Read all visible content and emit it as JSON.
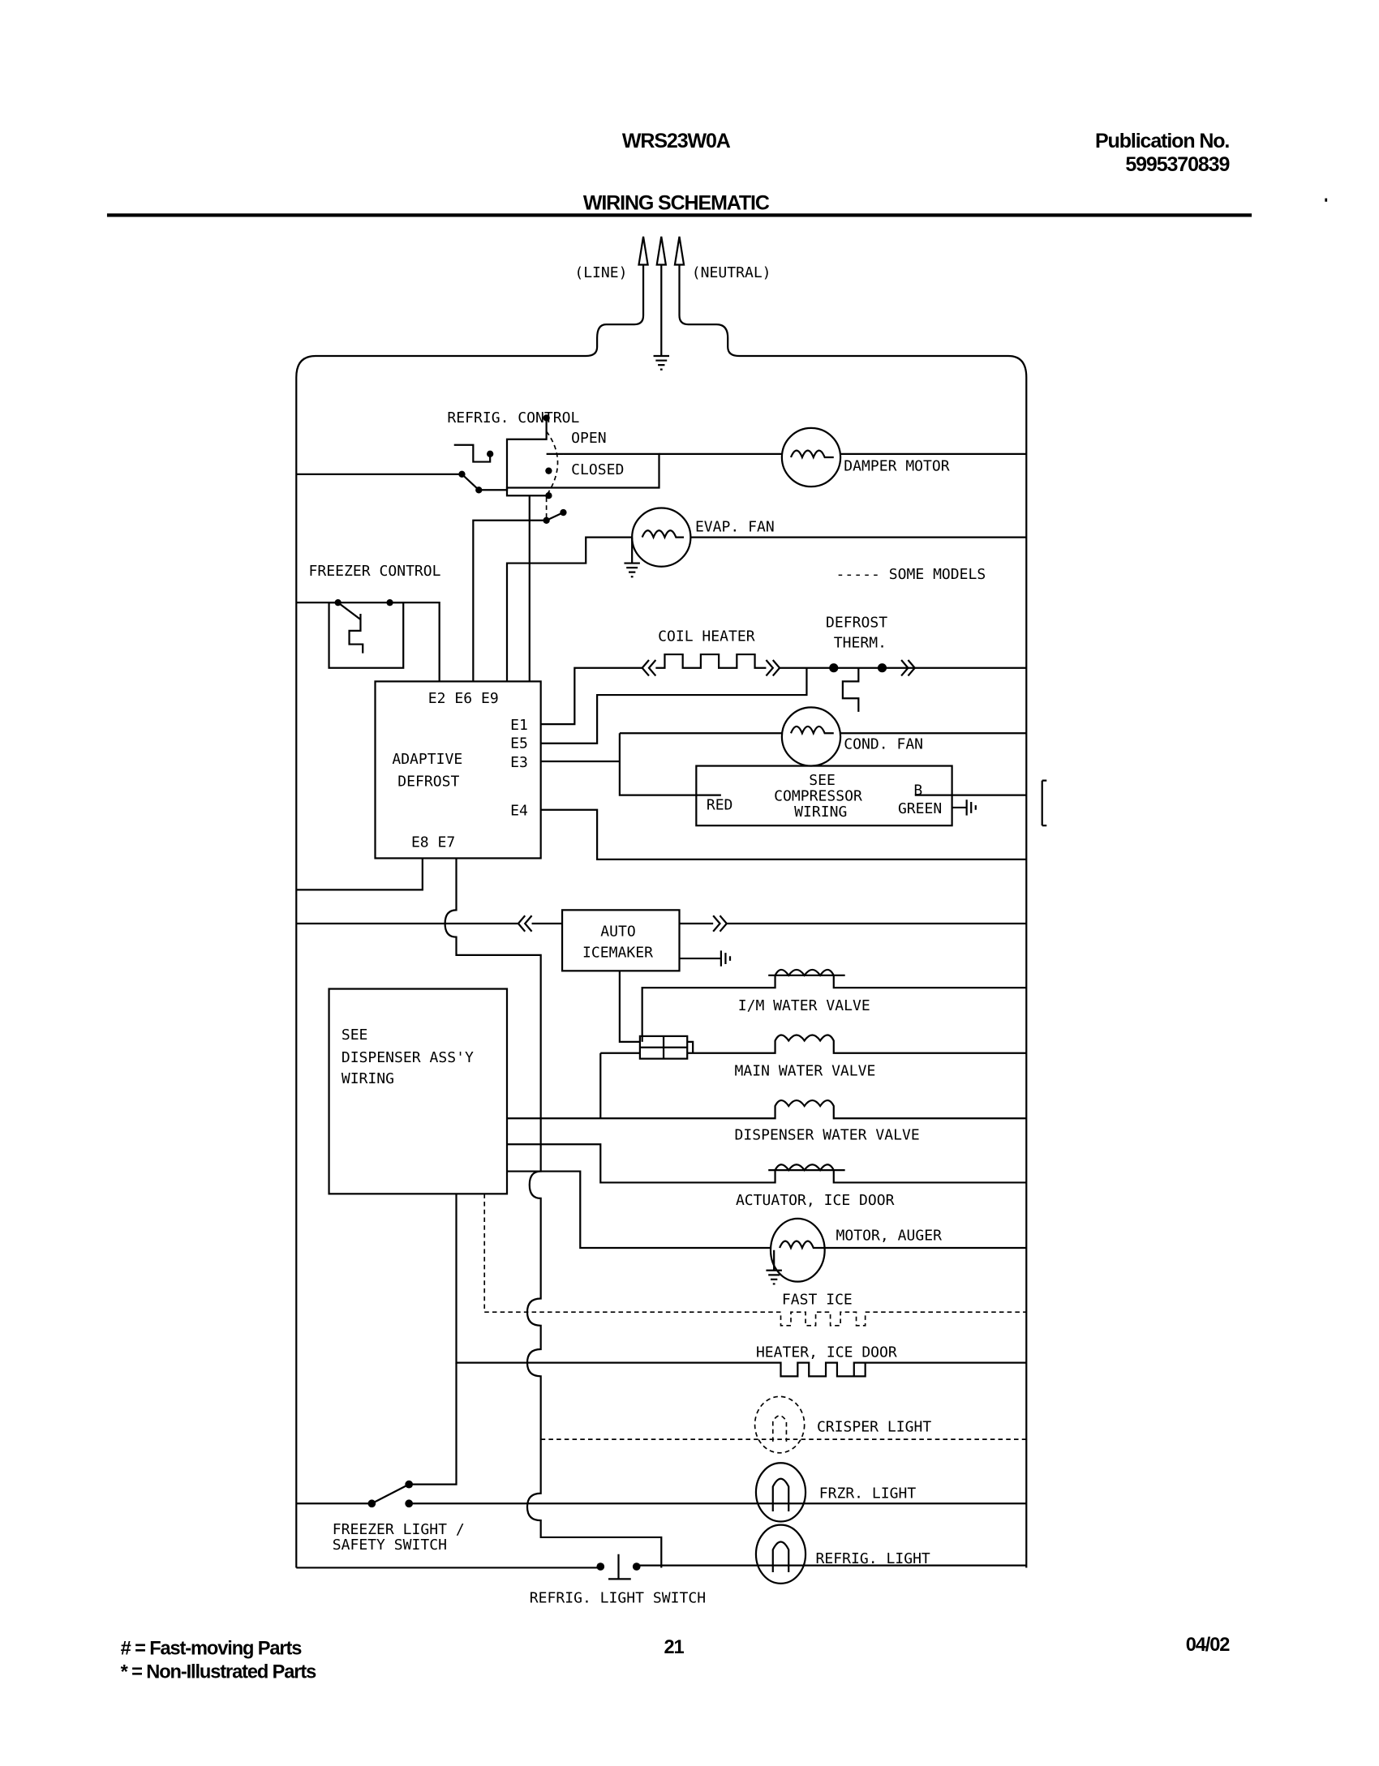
{
  "header": {
    "model": "WRS23W0A",
    "publication_label": "Publication No.",
    "publication_number": "5995370839",
    "title": "WIRING SCHEMATIC"
  },
  "schematic": {
    "line": "(LINE)",
    "neutral": "(NEUTRAL)",
    "refrig_control": "REFRIG. CONTROL",
    "open": "OPEN",
    "closed": "CLOSED",
    "damper_motor": "DAMPER MOTOR",
    "evap_fan": "EVAP. FAN",
    "freezer_control": "FREEZER CONTROL",
    "some_models": "----- SOME MODELS",
    "coil_heater": "COIL HEATER",
    "defrost_therm_1": "DEFROST",
    "defrost_therm_2": "THERM.",
    "adaptive_1": "ADAPTIVE",
    "adaptive_2": "DEFROST",
    "terminals_top": "E2  E6  E9",
    "e1": "E1",
    "e5": "E5",
    "e3": "E3",
    "e4": "E4",
    "terminals_bottom": "E8  E7",
    "cond_fan": "COND. FAN",
    "compressor_1": "SEE",
    "compressor_2": "COMPRESSOR",
    "compressor_3": "WIRING",
    "red": "RED",
    "b": "B",
    "green": "GREEN",
    "auto_1": "AUTO",
    "auto_2": "ICEMAKER",
    "im_valve": "I/M WATER VALVE",
    "dispenser_1": "SEE",
    "dispenser_2": "DISPENSER ASS'Y",
    "dispenser_3": "WIRING",
    "main_valve": "MAIN WATER VALVE",
    "dispenser_valve": "DISPENSER WATER VALVE",
    "actuator": "ACTUATOR, ICE DOOR",
    "motor_auger": "MOTOR, AUGER",
    "fast_ice": "FAST ICE",
    "heater_door": "HEATER, ICE DOOR",
    "crisper": "CRISPER LIGHT",
    "frzr_light": "FRZR. LIGHT",
    "freezer_switch_1": "FREEZER LIGHT /",
    "freezer_switch_2": "SAFETY SWITCH",
    "refrig_light": "REFRIG. LIGHT",
    "refrig_switch": "REFRIG. LIGHT SWITCH"
  },
  "footer": {
    "legend_1": "#  =  Fast-moving Parts",
    "legend_2": "*   =  Non-Illustrated Parts",
    "page": "21",
    "date": "04/02"
  }
}
